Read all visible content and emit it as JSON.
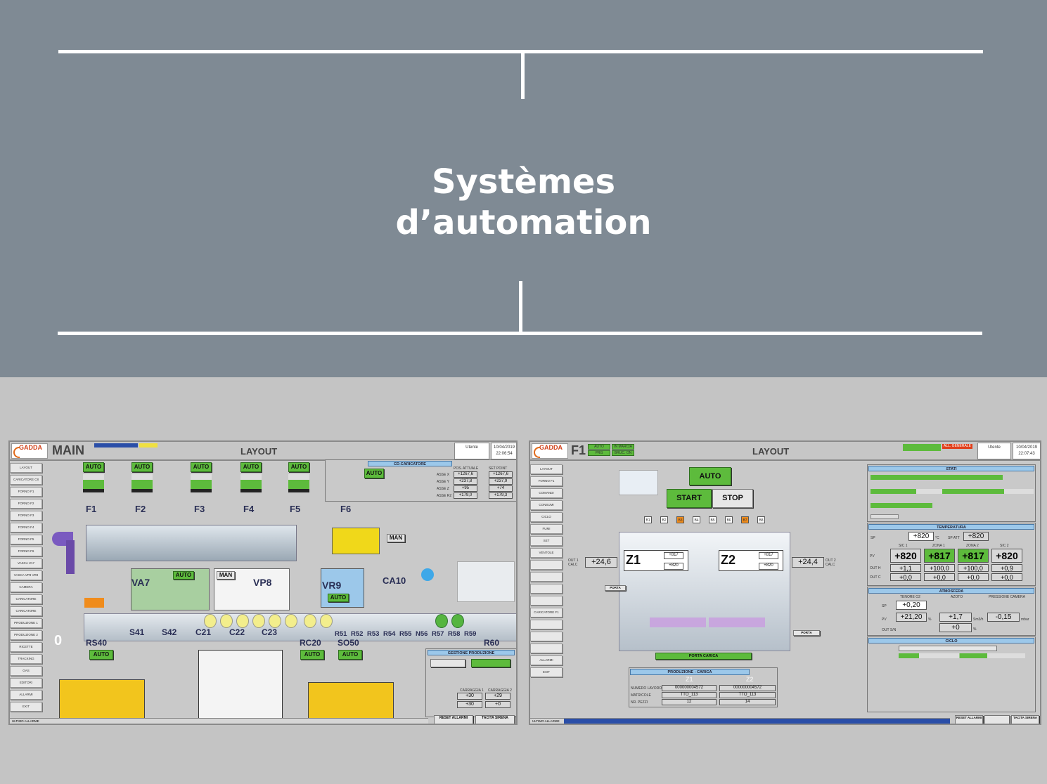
{
  "hero": {
    "title_line1": "Systèmes",
    "title_line2": "d’automation"
  },
  "colors": {
    "hero_bg": "#7f8a94",
    "scada_green": "#5dbb3c",
    "panel_blue": "#9cc8ea",
    "yellow_panel": "#f2c51d"
  },
  "main_screen": {
    "logo": "GADDA",
    "title": "MAIN",
    "layout_label": "LAYOUT",
    "user_label": "Utente",
    "date": "10/04/2019",
    "time": "22:06:54",
    "sidebar": [
      "LAYOUT",
      "CARICATORE C8",
      "FORNO F1",
      "FORNO F2",
      "FORNO F3",
      "FORNO F4",
      "FORNO F5",
      "FORNO F6",
      "VASCA VA7",
      "VASCA VP8 VR9",
      "CAMERA",
      "CARICATORE",
      "CARICATORE",
      "PRODUZIONE 1",
      "PRODUZIONE 2",
      "RICETTE",
      "TRACKING",
      "GAS",
      "EDITORI",
      "ALLARMI",
      "EXIT"
    ],
    "auto_label": "AUTO",
    "man_label": "MAN",
    "furnaces": [
      "F1",
      "F2",
      "F3",
      "F4",
      "F5",
      "F6"
    ],
    "tanks": [
      "VA7",
      "VP8",
      "VR9",
      "CA10"
    ],
    "stations_top": [
      "S41",
      "S42",
      "C21",
      "C22",
      "C23"
    ],
    "stations_r": [
      "R51",
      "R52",
      "R53",
      "R54",
      "R55",
      "N56",
      "R57",
      "R58",
      "R59"
    ],
    "stations_bottom": [
      "RS40",
      "RC20",
      "SO50",
      "R60"
    ],
    "zero": "0",
    "loader": {
      "title": "CD-CARICATORE",
      "axes": [
        "ASSE X",
        "ASSE Y",
        "ASSE Z",
        "ASSE R2"
      ],
      "actual_header": "POS. ATTUALE",
      "set_header": "SET POINT",
      "actual": [
        "+1267,6",
        "+237,8",
        "+95",
        "+179,0"
      ],
      "set": [
        "+1267,6",
        "+237,9",
        "+74",
        "+179,3"
      ]
    },
    "production": {
      "title": "GESTIONE PRODUZIONE",
      "cart1": "CARRAGGIA 1",
      "cart2": "CARRAGGIA 2",
      "v1": [
        "+30",
        "+30"
      ],
      "v2": [
        "+29",
        "+0"
      ]
    },
    "reset_label": "RESET ALLARMI",
    "silence_label": "TACITA SIRENA",
    "status_label": "ULTIMO ALLARME"
  },
  "f1_screen": {
    "logo": "GADDA",
    "title": "F1",
    "badges": [
      "AUTO",
      "IN MARCIA",
      "PRG",
      "BRUC. ON"
    ],
    "layout_label": "LAYOUT",
    "alarm_badge": "ALL. GENERALE",
    "user_label": "Utente",
    "date": "10/04/2019",
    "time": "22:07:43",
    "sidebar": [
      "LAYOUT",
      "FORNO F1",
      "COMANDI",
      "CONSUMI",
      "CICLO",
      "FUMI",
      "SET",
      "VENTOLE",
      "",
      "",
      "",
      "",
      "CARICATORE F1",
      "",
      "",
      "",
      "ALLARMI",
      "EXIT"
    ],
    "auto_label": "AUTO",
    "start_label": "START",
    "stop_label": "STOP",
    "burners": [
      "B1",
      "B2",
      "B3",
      "B4",
      "B5",
      "B6",
      "B7",
      "B8"
    ],
    "burners_active": [
      false,
      false,
      true,
      false,
      false,
      false,
      true,
      false
    ],
    "zone1": {
      "name": "Z1",
      "sp1": "+817",
      "sp2": "+820"
    },
    "zone2": {
      "name": "Z2",
      "sp1": "+817",
      "sp2": "+820"
    },
    "out1_label": "OUT 1 CALC",
    "out1_value": "+24,6",
    "out2_label": "OUT 2 CALC",
    "out2_value": "+24,4",
    "door_label": "PORTA",
    "door_load_label": "PORTA CARICA",
    "production": {
      "title": "PRODUZIONE - CARICA",
      "z1": "Z1",
      "z2": "Z2",
      "rows": [
        "NUMERO LAVORO",
        "MATRICOLE",
        "NR. PEZZI"
      ],
      "z1_vals": [
        "000000004572",
        "TTO_113",
        "12"
      ],
      "z2_vals": [
        "000000004572",
        "TTO_113",
        "14"
      ]
    },
    "stati_title": "STATI",
    "temp": {
      "title": "TEMPERATURA",
      "sp_label": "SP",
      "sp": "+820",
      "sp_act_label": "SP ATT",
      "sp_act": "+820",
      "unit": "°C",
      "cols": [
        "SIC 1",
        "ZONA 1",
        "ZONA 2",
        "SIC 2"
      ],
      "pv_label": "PV",
      "pv": [
        "+820",
        "+817",
        "+817",
        "+820"
      ],
      "outh_label": "OUT H",
      "outh": [
        "+1,1",
        "+100,0",
        "+100,0",
        "+0,9"
      ],
      "outc_label": "OUT C",
      "outc": [
        "+0,0",
        "+0,0",
        "+0,0",
        "+0,0"
      ]
    },
    "atmo": {
      "title": "ATMOSFERA",
      "cols": [
        "TENORE O2",
        "AZOTO",
        "PRESSIONE CAMERA"
      ],
      "sp_label": "SP",
      "sp": "+0,20",
      "pv_label": "PV",
      "pv_o2": "+21,20",
      "pv_n2": "+1,7",
      "pv_p": "-0,15",
      "out_label": "OUT S/N",
      "out": "+0",
      "pct": "%",
      "n2_unit": "Sm3/h",
      "p_unit": "mbar"
    },
    "cycle_title": "CICLO",
    "reset_alarms": "RESET ALLARMI",
    "silence": "TACITA SIRENA",
    "status_label": "ULTIMO ALLARME"
  }
}
